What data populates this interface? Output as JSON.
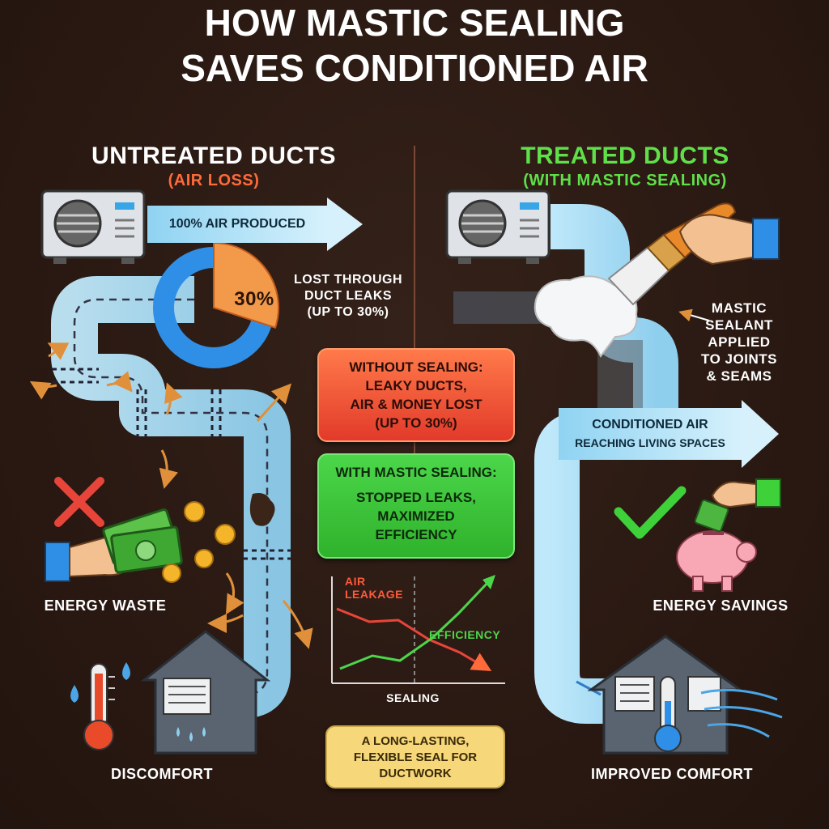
{
  "title": {
    "line1": "HOW MASTIC SEALING",
    "line2": "SAVES CONDITIONED AIR"
  },
  "left": {
    "heading": "UNTREATED DUCTS",
    "subheading": "(AIR LOSS)",
    "air_produced_label": "100% AIR PRODUCED",
    "loss_percent": "30%",
    "loss_fraction": 0.3,
    "loss_note": [
      "LOST THROUGH",
      "DUCT LEAKS",
      "(UP TO 30%)"
    ],
    "energy_label": "ENERGY WASTE",
    "comfort_label": "DISCOMFORT"
  },
  "right": {
    "heading": "TREATED DUCTS",
    "subheading": "(WITH MASTIC SEALING)",
    "sealant_note": [
      "MASTIC",
      "SEALANT",
      "APPLIED",
      "TO JOINTS",
      "& SEAMS"
    ],
    "delivered_label": [
      "CONDITIONED AIR",
      "REACHING LIVING SPACES"
    ],
    "energy_label": "ENERGY SAVINGS",
    "comfort_label": "IMPROVED COMFORT"
  },
  "callouts": {
    "without": {
      "title": "WITHOUT SEALING:",
      "lines": [
        "LEAKY DUCTS,",
        "AIR & MONEY LOST",
        "(UP TO 30%)"
      ]
    },
    "with": {
      "title": "WITH MASTIC SEALING:",
      "lines": [
        "STOPPED LEAKS,",
        "MAXIMIZED",
        "EFFICIENCY"
      ]
    }
  },
  "mini_chart": {
    "leakage_label": [
      "AIR",
      "LEAKAGE"
    ],
    "efficiency_label": "EFFICIENCY",
    "x_label": "SEALING"
  },
  "note": [
    "A LONG-LASTING,",
    "FLEXIBLE SEAL FOR",
    "DUCTWORK"
  ],
  "colors": {
    "background": "#2b1a14",
    "duct": "#a9def5",
    "loss": "#ff6a3a",
    "good": "#3ed13a",
    "accent_blue": "#2f8fe6",
    "leak_heading": "#ff6a3a",
    "treated_heading": "#5fe04a"
  }
}
